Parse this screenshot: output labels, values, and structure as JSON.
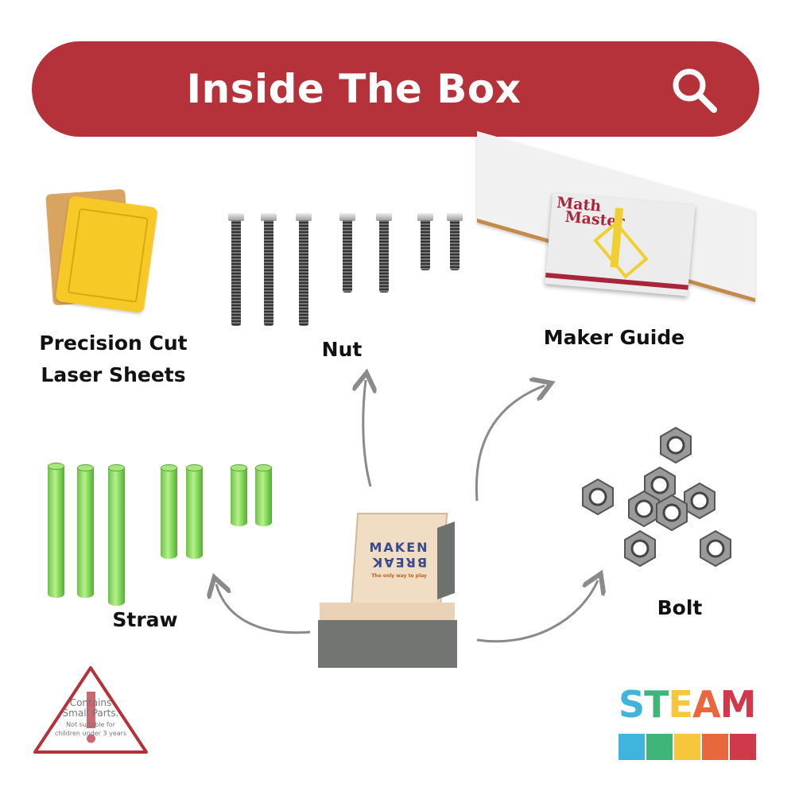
{
  "header": {
    "title": "Inside The Box",
    "search_icon": "search-icon"
  },
  "items": {
    "laser_sheets": {
      "label_line1": "Precision Cut",
      "label_line2": "Laser Sheets"
    },
    "nut": {
      "label": "Nut"
    },
    "maker_guide": {
      "label": "Maker Guide",
      "booklet_title_line1": "Math",
      "booklet_title_line2": "Master"
    },
    "straw": {
      "label": "Straw"
    },
    "bolt": {
      "label": "Bolt"
    }
  },
  "box": {
    "brand_line1": "MAKEN",
    "brand_line2": "BREAK",
    "tagline": "The only way to play"
  },
  "warning": {
    "line1": "Contains",
    "line2": "Small Parts.",
    "line3": "Not suitable for",
    "line4": "children under 3 years"
  },
  "steam": {
    "letters": [
      "S",
      "T",
      "E",
      "A",
      "M"
    ],
    "colors": [
      "#3fb4dc",
      "#3fb57a",
      "#f6c63d",
      "#e8673c",
      "#d0394a"
    ]
  },
  "colors": {
    "header": "#b5323a",
    "arrow": "#8a8a8a",
    "straw": "#7fd957"
  }
}
